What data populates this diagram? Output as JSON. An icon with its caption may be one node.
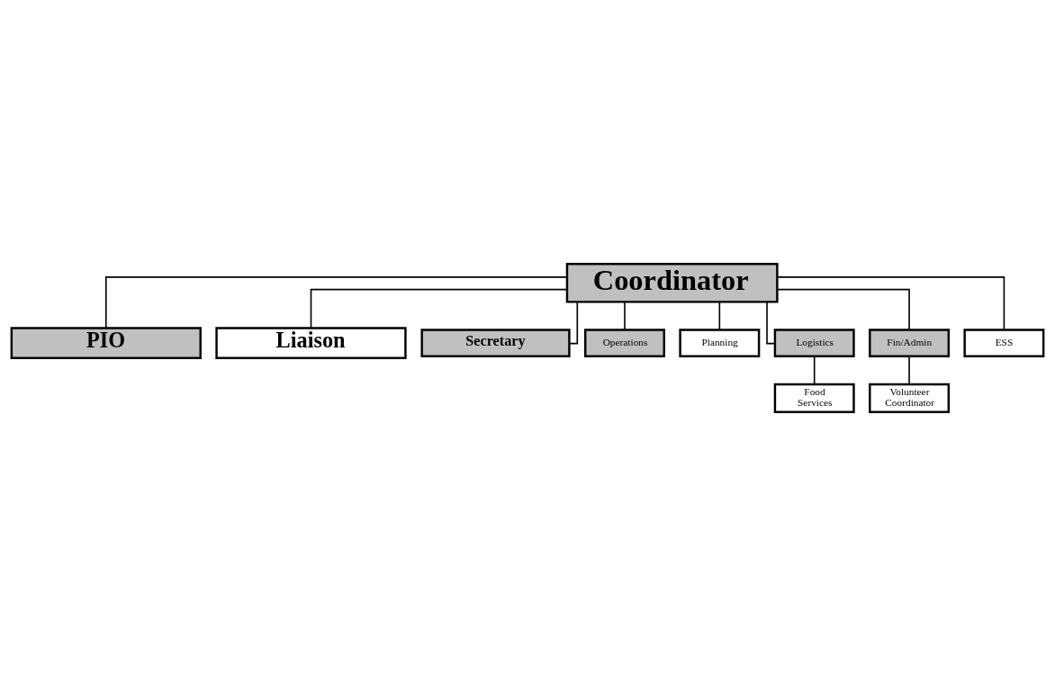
{
  "diagram": {
    "nodes": [
      {
        "text": [
          "Coordinator"
        ]
      },
      {
        "text": [
          "PIO"
        ]
      },
      {
        "text": [
          "Liaison"
        ]
      },
      {
        "text": [
          "Secretary"
        ]
      },
      {
        "text": [
          "Operations"
        ]
      },
      {
        "text": [
          "Planning"
        ]
      },
      {
        "text": [
          "Logistics"
        ]
      },
      {
        "text": [
          "Fin/Admin"
        ]
      },
      {
        "text": [
          "ESS"
        ]
      },
      {
        "text": [
          "Food Services"
        ]
      },
      {
        "text": [
          "Volunteer Coordinator"
        ]
      }
    ],
    "edges": [
      {
        "from": 0,
        "to": 1,
        "arrow": "none"
      },
      {
        "from": 0,
        "to": 2,
        "arrow": "none"
      },
      {
        "from": 0,
        "to": 3,
        "arrow": "none"
      },
      {
        "from": 0,
        "to": 4,
        "arrow": "none"
      },
      {
        "from": 0,
        "to": 5,
        "arrow": "none"
      },
      {
        "from": 0,
        "to": 6,
        "arrow": "none"
      },
      {
        "from": 0,
        "to": 7,
        "arrow": "none"
      },
      {
        "from": 0,
        "to": 8,
        "arrow": "none"
      },
      {
        "from": 6,
        "to": 9,
        "arrow": "none"
      },
      {
        "from": 7,
        "to": 10,
        "arrow": "none"
      }
    ]
  }
}
